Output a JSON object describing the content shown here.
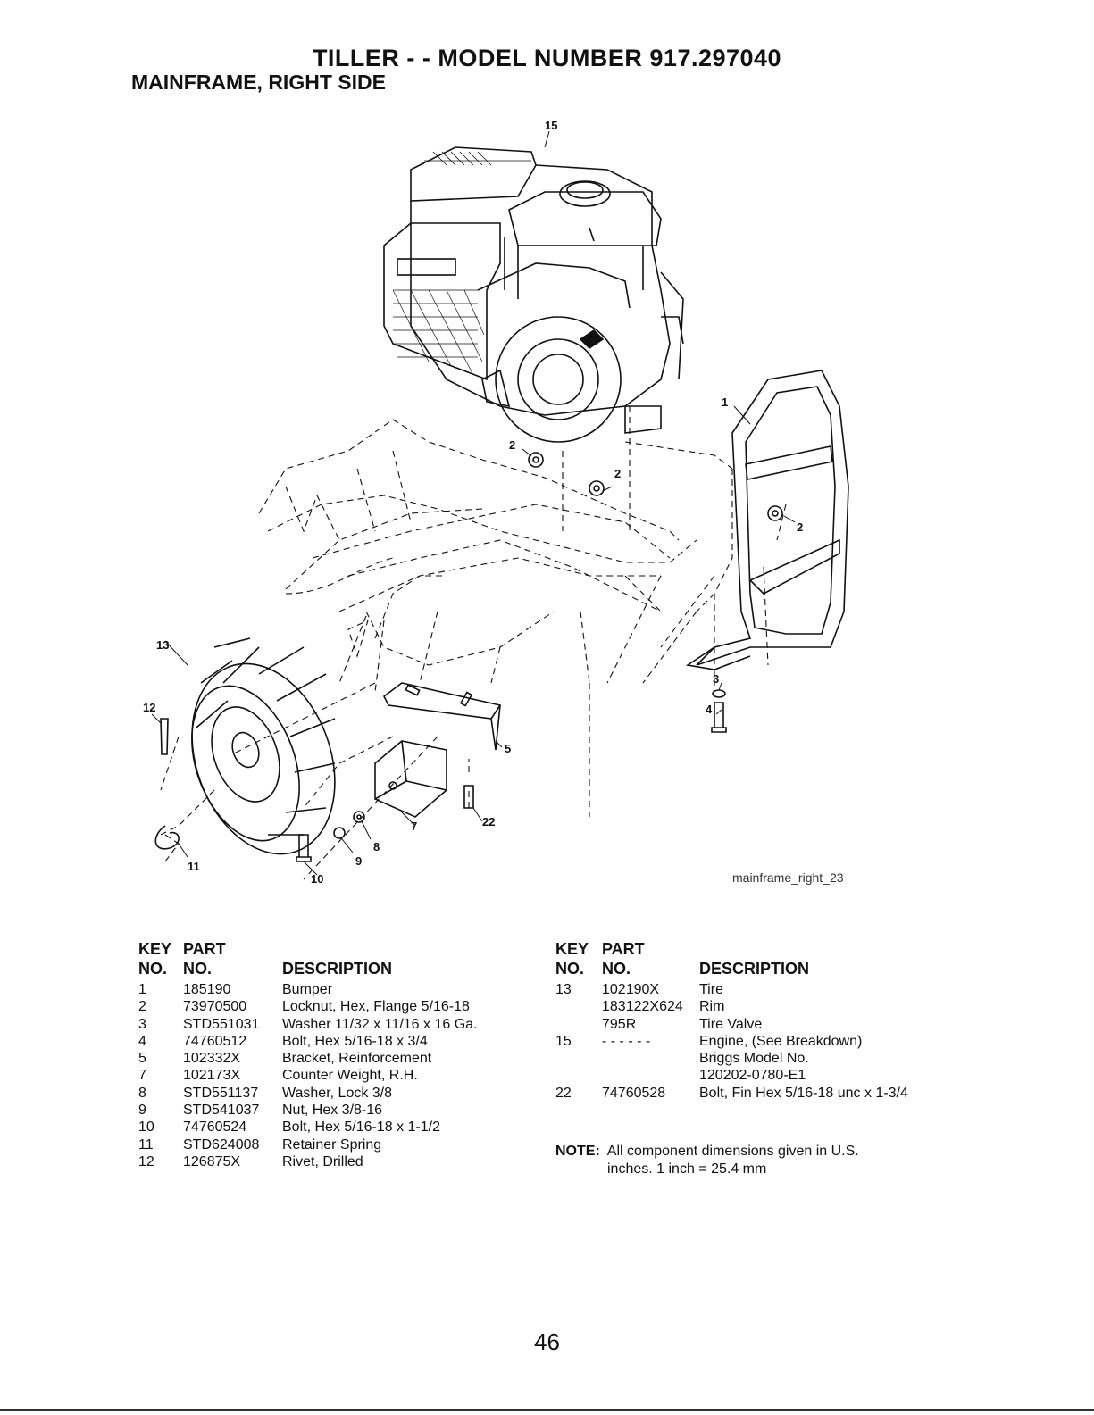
{
  "header": {
    "title": "TILLER - - MODEL NUMBER 917.297040",
    "subtitle": "MAINFRAME, RIGHT SIDE"
  },
  "diagram": {
    "caption": "mainframe_right_23",
    "callouts": {
      "c15": "15",
      "c1": "1",
      "c2a": "2",
      "c2b": "2",
      "c2c": "2",
      "c13": "13",
      "c12": "12",
      "c3": "3",
      "c4": "4",
      "c5": "5",
      "c22": "22",
      "c7": "7",
      "c8": "8",
      "c9": "9",
      "c10": "10",
      "c11": "11"
    }
  },
  "parts_table": {
    "headers": {
      "key_line1": "KEY",
      "key_line2": "NO.",
      "part_line1": "PART",
      "part_line2": "NO.",
      "description": "DESCRIPTION"
    },
    "left_rows": [
      {
        "key": "1",
        "part": "185190",
        "desc": "Bumper"
      },
      {
        "key": "2",
        "part": "73970500",
        "desc": "Locknut, Hex, Flange 5/16-18"
      },
      {
        "key": "3",
        "part": "STD551031",
        "desc": "Washer 11/32 x 11/16 x 16 Ga."
      },
      {
        "key": "4",
        "part": "74760512",
        "desc": "Bolt, Hex 5/16-18 x 3/4"
      },
      {
        "key": "5",
        "part": "102332X",
        "desc": "Bracket, Reinforcement"
      },
      {
        "key": "7",
        "part": "102173X",
        "desc": "Counter Weight, R.H."
      },
      {
        "key": "8",
        "part": "STD551137",
        "desc": "Washer, Lock 3/8"
      },
      {
        "key": "9",
        "part": "STD541037",
        "desc": "Nut, Hex 3/8-16"
      },
      {
        "key": "10",
        "part": "74760524",
        "desc": "Bolt, Hex 5/16-18 x 1-1/2"
      },
      {
        "key": "11",
        "part": "STD624008",
        "desc": "Retainer Spring"
      },
      {
        "key": "12",
        "part": "126875X",
        "desc": "Rivet, Drilled"
      }
    ],
    "right_rows": [
      {
        "key": "13",
        "part": "102190X",
        "desc": "Tire"
      },
      {
        "key": "",
        "part": "183122X624",
        "desc": "Rim"
      },
      {
        "key": "",
        "part": "795R",
        "desc": "Tire Valve"
      },
      {
        "key": "15",
        "part": "- - - - - -",
        "desc": "Engine, (See Breakdown)"
      },
      {
        "key": "",
        "part": "",
        "desc": "Briggs Model No."
      },
      {
        "key": "",
        "part": "",
        "desc": "120202-0780-E1"
      },
      {
        "key": "22",
        "part": "74760528",
        "desc": "Bolt, Fin Hex 5/16-18 unc x 1-3/4"
      }
    ]
  },
  "note": {
    "label": "NOTE:",
    "line1": "All component dimensions given in U.S.",
    "line2": "inches. 1 inch = 25.4 mm"
  },
  "footer": {
    "page_number": "46"
  }
}
